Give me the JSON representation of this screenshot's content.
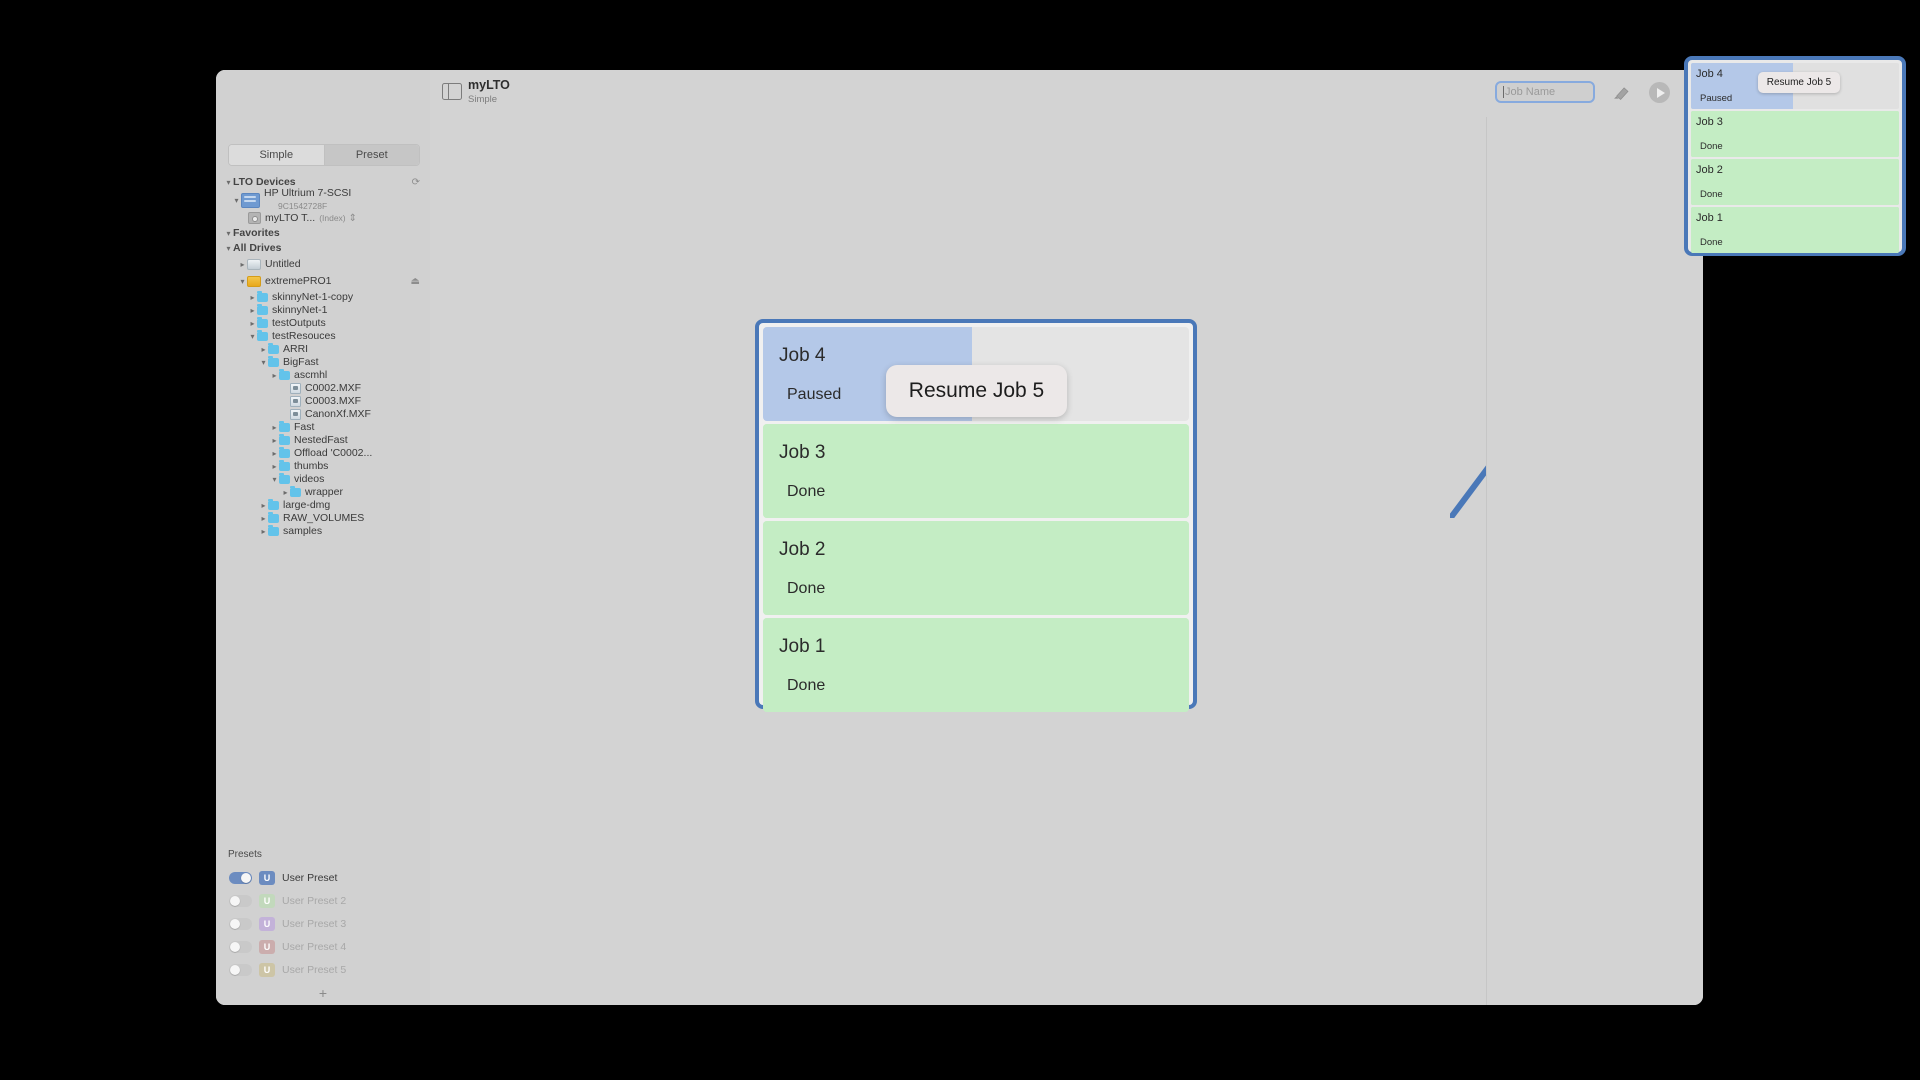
{
  "window": {
    "header": {
      "icon": "sidebar-layout-icon",
      "title": "myLTO",
      "subtitle": "Simple",
      "job_name_placeholder": "Job Name",
      "job_name_value": "",
      "erase_icon": "eraser-icon",
      "play_icon": "play-icon"
    }
  },
  "sidebar": {
    "segmented": {
      "options": [
        {
          "label": "Simple",
          "active": false
        },
        {
          "label": "Preset",
          "active": true
        }
      ]
    },
    "groups": [
      {
        "label": "LTO Devices",
        "icon": "refresh-icon"
      },
      {
        "label": "Favorites"
      },
      {
        "label": "All Drives"
      }
    ],
    "devices": [
      {
        "label": "HP Ultrium 7-SCSI",
        "serial": "9C1542728F",
        "icon": "tape-drive-icon"
      },
      {
        "label": "myLTO T...",
        "suffix": "(Index)",
        "icon": "tape-cartridge-icon"
      }
    ],
    "drives": [
      {
        "label": "Untitled",
        "icon": "hard-drive-icon",
        "indent": 1,
        "disclosure": "collapsed"
      },
      {
        "label": "extremePRO1",
        "icon": "external-drive-icon",
        "indent": 1,
        "disclosure": "expanded",
        "eject": true
      }
    ],
    "tree": [
      {
        "label": "skinnyNet-1-copy",
        "indent": 2,
        "disclosure": "collapsed",
        "icon": "folder-icon"
      },
      {
        "label": "skinnyNet-1",
        "indent": 2,
        "disclosure": "collapsed",
        "icon": "folder-icon"
      },
      {
        "label": "testOutputs",
        "indent": 2,
        "disclosure": "collapsed",
        "icon": "folder-icon"
      },
      {
        "label": "testResouces",
        "indent": 2,
        "disclosure": "expanded",
        "icon": "folder-icon"
      },
      {
        "label": "ARRI",
        "indent": 3,
        "disclosure": "collapsed",
        "icon": "folder-icon"
      },
      {
        "label": "BigFast",
        "indent": 3,
        "disclosure": "expanded",
        "icon": "folder-icon"
      },
      {
        "label": "ascmhl",
        "indent": 4,
        "disclosure": "collapsed",
        "icon": "folder-icon"
      },
      {
        "label": "C0002.MXF",
        "indent": 5,
        "disclosure": "none",
        "icon": "mxf-file-icon"
      },
      {
        "label": "C0003.MXF",
        "indent": 5,
        "disclosure": "none",
        "icon": "mxf-file-icon"
      },
      {
        "label": "CanonXf.MXF",
        "indent": 5,
        "disclosure": "none",
        "icon": "mxf-file-icon"
      },
      {
        "label": "Fast",
        "indent": 4,
        "disclosure": "collapsed",
        "icon": "folder-icon"
      },
      {
        "label": "NestedFast",
        "indent": 4,
        "disclosure": "collapsed",
        "icon": "folder-icon"
      },
      {
        "label": "Offload 'C0002...",
        "indent": 4,
        "disclosure": "collapsed",
        "icon": "folder-icon"
      },
      {
        "label": "thumbs",
        "indent": 4,
        "disclosure": "collapsed",
        "icon": "folder-icon"
      },
      {
        "label": "videos",
        "indent": 4,
        "disclosure": "expanded",
        "icon": "folder-icon"
      },
      {
        "label": "wrapper",
        "indent": 5,
        "disclosure": "collapsed",
        "icon": "folder-icon"
      },
      {
        "label": "large-dmg",
        "indent": 3,
        "disclosure": "collapsed",
        "icon": "folder-icon"
      },
      {
        "label": "RAW_VOLUMES",
        "indent": 3,
        "disclosure": "collapsed",
        "icon": "folder-icon"
      },
      {
        "label": "samples",
        "indent": 3,
        "disclosure": "collapsed",
        "icon": "folder-icon"
      }
    ],
    "presets": {
      "title": "Presets",
      "items": [
        {
          "label": "User Preset",
          "enabled": true,
          "badge": "U",
          "badge_color": "#6c8cc0"
        },
        {
          "label": "User Preset 2",
          "enabled": false,
          "badge": "U",
          "badge_color": "#c2d9bc"
        },
        {
          "label": "User Preset 3",
          "enabled": false,
          "badge": "U",
          "badge_color": "#c3b2d9"
        },
        {
          "label": "User Preset 4",
          "enabled": false,
          "badge": "U",
          "badge_color": "#cbadad"
        },
        {
          "label": "User Preset 5",
          "enabled": false,
          "badge": "U",
          "badge_color": "#cdc5a6"
        }
      ]
    },
    "add_button": "+"
  },
  "main": {
    "tooltip": "Resume Job 5",
    "jobs": [
      {
        "title": "Job 4",
        "status": "Paused",
        "color": "#b4c8e8",
        "track": "#e4e4e4",
        "progress_pct": 49
      },
      {
        "title": "Job 3",
        "status": "Done",
        "color": "#c4edc4",
        "track": "#c4edc4",
        "progress_pct": 100
      },
      {
        "title": "Job 2",
        "status": "Done",
        "color": "#c4edc4",
        "track": "#c4edc4",
        "progress_pct": 100
      },
      {
        "title": "Job 1",
        "status": "Done",
        "color": "#c4edc4",
        "track": "#c4edc4",
        "progress_pct": 100
      }
    ]
  },
  "minimap": {
    "tooltip": "Resume Job 5",
    "jobs": [
      {
        "title": "Job 4",
        "status": "Paused",
        "color": "#b4c8e8",
        "track": "#e0e0e0",
        "progress_pct": 49
      },
      {
        "title": "Job 3",
        "status": "Done",
        "color": "#c4edc4",
        "track": "#c4edc4",
        "progress_pct": 100
      },
      {
        "title": "Job 2",
        "status": "Done",
        "color": "#c4edc4",
        "track": "#c4edc4",
        "progress_pct": 100
      },
      {
        "title": "Job 1",
        "status": "Done",
        "color": "#c4edc4",
        "track": "#c4edc4",
        "progress_pct": 100
      }
    ]
  },
  "annotation": {
    "accent_color": "#4a78b8",
    "pointer": "arrow-line"
  }
}
